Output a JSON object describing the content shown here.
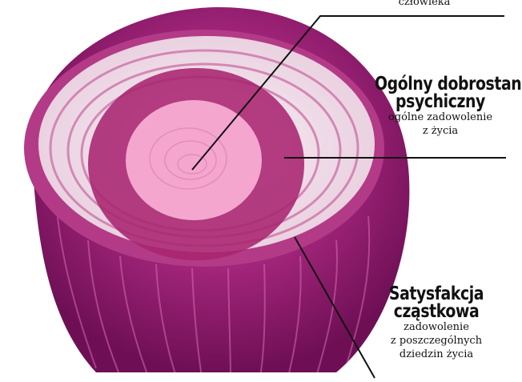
{
  "labels": {
    "top": {
      "sub": [
        "człowieka"
      ]
    },
    "middle": {
      "heading": [
        "Ogólny dobrostan",
        "psychiczny"
      ],
      "sub": [
        "ogólne zadowolenie",
        "z życia"
      ]
    },
    "bottom": {
      "heading": [
        "Satysfakcja",
        "cząstkowa"
      ],
      "sub": [
        "zadowolenie",
        "z poszczególnych",
        "dziedzin życia"
      ]
    }
  },
  "colors": {
    "onion_outer": "#9c1c72",
    "onion_flesh": "#f2e3ec",
    "ring_middle": "#a8246f",
    "ring_inner": "#f09cc8",
    "leader_line": "#111111"
  }
}
